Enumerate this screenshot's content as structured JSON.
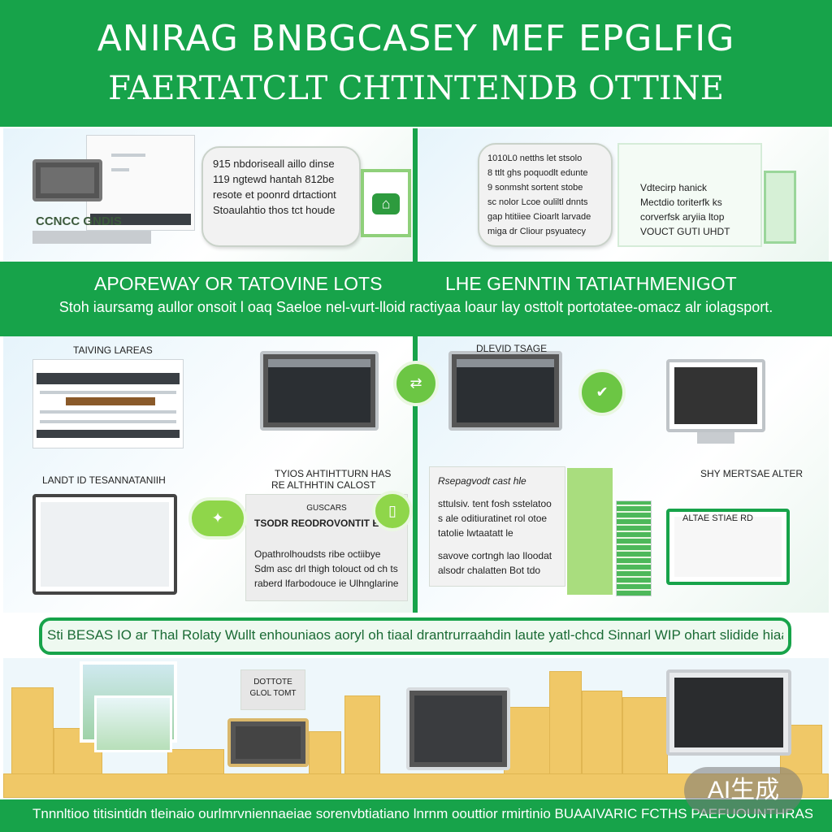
{
  "header": {
    "title_line1": "ANIRAG BNBGCASEY MEF EPGLFIG",
    "title_line2": "FAERTATCLT CHTINTENDB OTTINE"
  },
  "top_left": {
    "monitor_label": "CCNCC GNDIS",
    "bubble_lines": [
      "915 nbdoriseall aillo dinse",
      "119 ngtewd hantah 812be",
      "resote et poonrd drtactiont",
      "Stoaulahtio thos tct houde"
    ]
  },
  "top_right": {
    "bubble_lines": [
      "1010L0 netths let stsolo",
      "8 ttlt ghs poquodlt edunte",
      "9 sonmsht sortent stobe",
      "sc nolor Lcoe ouliltl dnnts",
      "gap htitiiee Cioarlt larvade",
      "miga dr Cliour psyuatecy"
    ],
    "card_lines": [
      "Vdtecirp hanick",
      "Mectdio toriterfk ks",
      "corverfsk aryiia ltop",
      "VOUCT GUTI UHDT"
    ]
  },
  "middle": {
    "left_title": "APOREWAY OR TATOVINE LOTS",
    "right_title": "LHE GENNTIN TATIATHMENIGOT",
    "subtitle": "Stoh iaursamg aullor onsoit l oaq Saeloe nel-vurt-lloid ractiyaa loaur lay osttolt portotatee-omacz alr iolagsport."
  },
  "lower_left": {
    "doc_top_label": "TAIVING LAREAS",
    "doc_bottom_label": "LANDT ID TESANNATANIIH",
    "note_label_1": "TYIOS AHTIHTTURN HAS",
    "note_label_2": "RE ALTHHTIN CALOST",
    "card_header": "GUSCARS",
    "card_title": "TSODR REODROVONTIT ERUIRED",
    "card_lines": [
      "Opathrolhoudsts ribe octiibye",
      "Sdm asc drl thigh tolouct od ch ts",
      "raberd lfarbodouce ie Ulhnglarine"
    ]
  },
  "lower_right": {
    "card_label": "Rsepagvodt cast hle",
    "card_lines": [
      "sttulsiv. tent fosh sstelatoo",
      "s ale oditiuratinet rol otoe",
      "tatolie lwtaatatt le",
      "savove cortngh lao Iloodat",
      "alsodr chalatten Bot tdo"
    ],
    "doc_label": "DLEVID TSAGE",
    "right_note": "SHY MERTSAE ALTER",
    "monitor_label": "ALTAE STIAE RD"
  },
  "pill": {
    "text": "Sti BESAS IO ar Thal Rolaty Wullt enhouniaos aoryl oh tiaal drantrurraahdin laute yatl-chcd Sinnarl WIP ohart slidide hiaa loto ohaurolst Liebey"
  },
  "bottom": {
    "sign_line1": "DOTTOTE",
    "sign_line2": "GLOL TOMT"
  },
  "footer": {
    "text": "Tnnnltioo titisintidn tleinaio ourlmrvniennaeiae sorenvbtiatiano lnrnm oouttior rmirtinio BUAAIVARIC FCTHS PAEFUOUNTHRASTASST"
  },
  "badge": {
    "text": "AI生成"
  },
  "colors": {
    "brand_green": "#17a34a",
    "accent_green": "#6cc644",
    "city_gold": "#f0c867"
  }
}
